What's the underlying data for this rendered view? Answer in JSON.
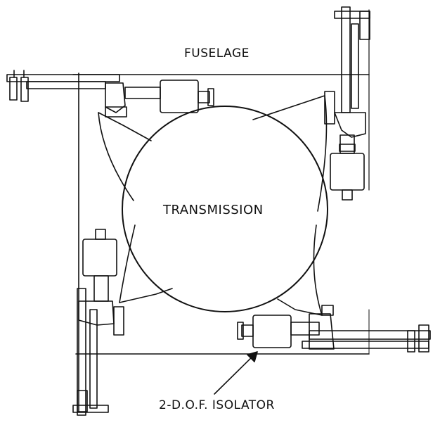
{
  "labels": {
    "fuselage": "FUSELAGE",
    "transmission": "TRANSMISSION",
    "isolator": "2-D.O.F. ISOLATOR"
  },
  "colors": {
    "ink": "#111111",
    "background": "#ffffff"
  }
}
